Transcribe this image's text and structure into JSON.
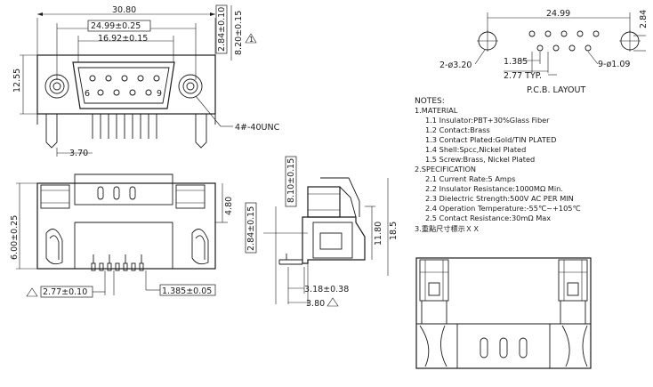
{
  "dims": {
    "overall_width": "30.80",
    "pin_row_span": "24.99±0.25",
    "shell_width": "16.92±0.15",
    "flange_thk": "2.84±0.10",
    "flange_depth": "8.20±0.15",
    "height": "12.55",
    "pin_offset": "3.70",
    "screw": "4#-40UNC",
    "side_width": "6.00±0.25",
    "front_height": "4.80",
    "pitch": "2.77±0.10",
    "half_pitch": "1.385±0.05",
    "side_flange": "2.84±0.15",
    "side_depth": "8.10±0.15",
    "side_h1": "11.80",
    "side_h2": "18.5",
    "side_b1": "3.18±0.38",
    "side_b2": "3.80",
    "pcb_span": "24.99",
    "pcb_2_84": "2.84",
    "pcb_mount_holes": "2-ø3.20",
    "pcb_half_pitch": "1.385",
    "pcb_pitch": "2.77  TYP.",
    "pcb_pin_holes": "9-ø1.09",
    "pcb_title": "P.C.B.  LAYOUT"
  },
  "pin_numbers": {
    "left": "6",
    "right": "9"
  },
  "notes": {
    "heading": "NOTES:",
    "lines": [
      "1.MATERIAL",
      "1.1  Insulator:PBT+30%Glass Fiber",
      "1.2  Contact:Brass",
      "1.3  Contact Plated:Gold/TIN PLATED",
      "1.4  Shell:Spcc,Nickel Plated",
      "1.5  Screw:Brass, Nickel Plated",
      "2.SPECIFICATION",
      "2.1  Current Rate:5 Amps",
      "2.2  Insulator Resistance:1000MΩ Min.",
      "2.3  Dielectric Strength:500V AC PER MIN",
      "2.4  Operation Temperature:-55℃~+105℃",
      "2.5  Contact Resistance:30mΩ Max",
      "3.重點尺寸標示ＸＸ"
    ]
  },
  "callout_symbol": "1"
}
